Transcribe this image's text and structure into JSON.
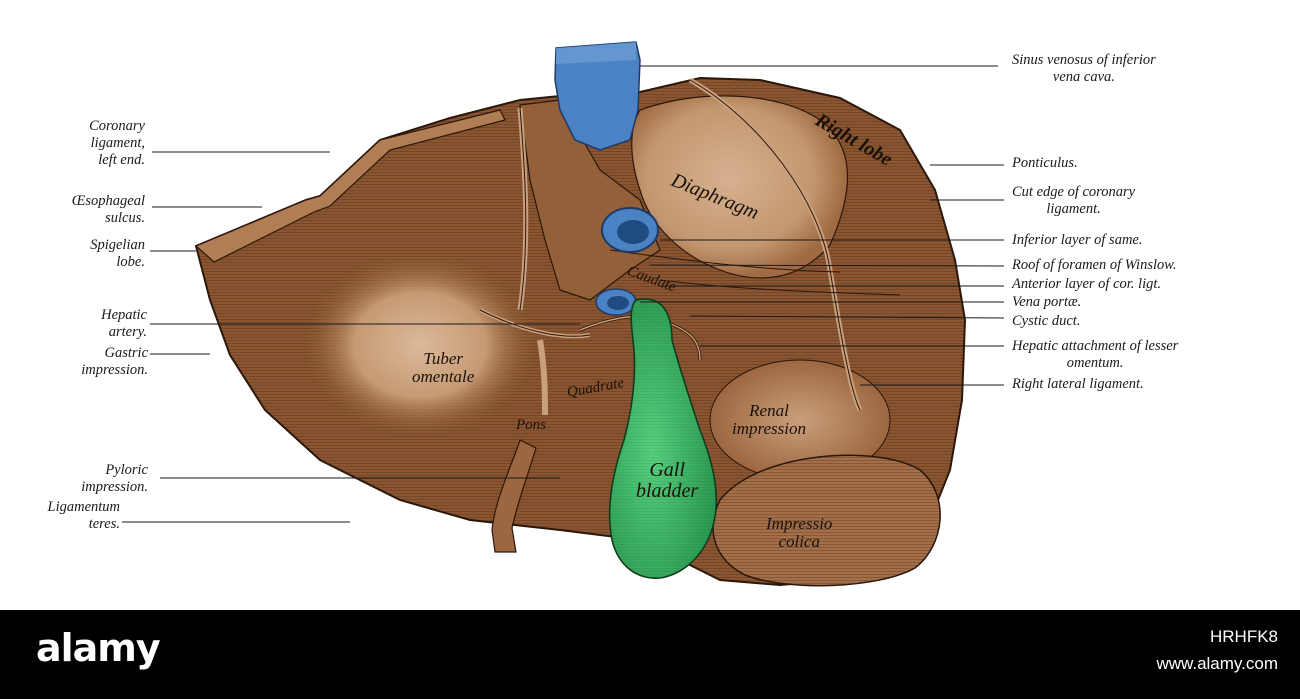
{
  "labels_left": [
    {
      "id": "coronary-ligament",
      "lines": [
        "Coronary",
        "ligament,",
        "left end."
      ]
    },
    {
      "id": "oesophageal-sulcus",
      "lines": [
        "Œsophageal",
        "sulcus."
      ]
    },
    {
      "id": "spigelian-lobe",
      "lines": [
        "Spigelian",
        "lobe."
      ]
    },
    {
      "id": "hepatic-artery",
      "lines": [
        "Hepatic",
        "artery."
      ]
    },
    {
      "id": "gastric-impression",
      "lines": [
        "Gastric",
        "impression."
      ]
    },
    {
      "id": "pyloric-impression",
      "lines": [
        "Pyloric",
        "impression."
      ]
    },
    {
      "id": "ligamentum-teres",
      "lines": [
        "Ligamentum",
        "teres."
      ]
    }
  ],
  "labels_right": [
    {
      "id": "sinus-venosus",
      "lines": [
        "Sinus venosus of inferior",
        "vena cava."
      ]
    },
    {
      "id": "ponticulus",
      "lines": [
        "Ponticulus."
      ]
    },
    {
      "id": "cut-edge-coronary",
      "lines": [
        "Cut edge of coronary",
        "ligament."
      ]
    },
    {
      "id": "inferior-layer",
      "lines": [
        "Inferior layer of same."
      ]
    },
    {
      "id": "roof-foramen",
      "lines": [
        "Roof of foramen of Winslow."
      ]
    },
    {
      "id": "anterior-layer",
      "lines": [
        "Anterior layer of cor. ligt."
      ]
    },
    {
      "id": "vena-portae",
      "lines": [
        "Vena portæ."
      ]
    },
    {
      "id": "cystic-duct",
      "lines": [
        "Cystic duct."
      ]
    },
    {
      "id": "hepatic-attachment",
      "lines": [
        "Hepatic attachment of lesser",
        "omentum."
      ]
    },
    {
      "id": "right-lateral-ligament",
      "lines": [
        "Right lateral ligament."
      ]
    }
  ],
  "organ_labels": {
    "right_lobe": "Right lobe",
    "diaphragm": "Diaphragm",
    "caudate": "Caudate",
    "tuber_omentale": [
      "Tuber",
      "omentale"
    ],
    "quadrate": "Quadrate",
    "pons": "Pons",
    "renal_impression": [
      "Renal",
      "impression"
    ],
    "gall_bladder": [
      "Gall",
      "bladder"
    ],
    "impressio_colica": [
      "Impressio",
      "colica"
    ]
  },
  "colors": {
    "liver": "#8a5530",
    "liver_light": "#d9b595",
    "vena_cava": "#4a82c4",
    "gall_bladder": "#3bbf6a",
    "footer_bg": "#000000"
  },
  "footer": {
    "brand": "alamy",
    "image_id": "HRHFK8",
    "site": "www.alamy.com"
  }
}
